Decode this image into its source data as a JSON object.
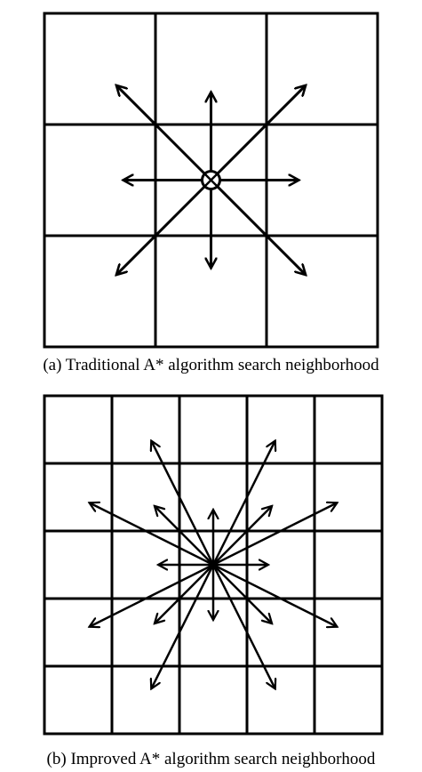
{
  "panels": [
    {
      "id": "a",
      "caption": "(a) Traditional A* algorithm search neighborhood",
      "grid_cells": 3,
      "neighborhood_directions": 8,
      "center_marker": "circled-x"
    },
    {
      "id": "b",
      "caption": "(b) Improved A* algorithm search neighborhood",
      "grid_cells": 5,
      "neighborhood_directions": 16,
      "center_marker": "dot"
    }
  ],
  "colors": {
    "line": "#000000",
    "background": "#ffffff"
  }
}
